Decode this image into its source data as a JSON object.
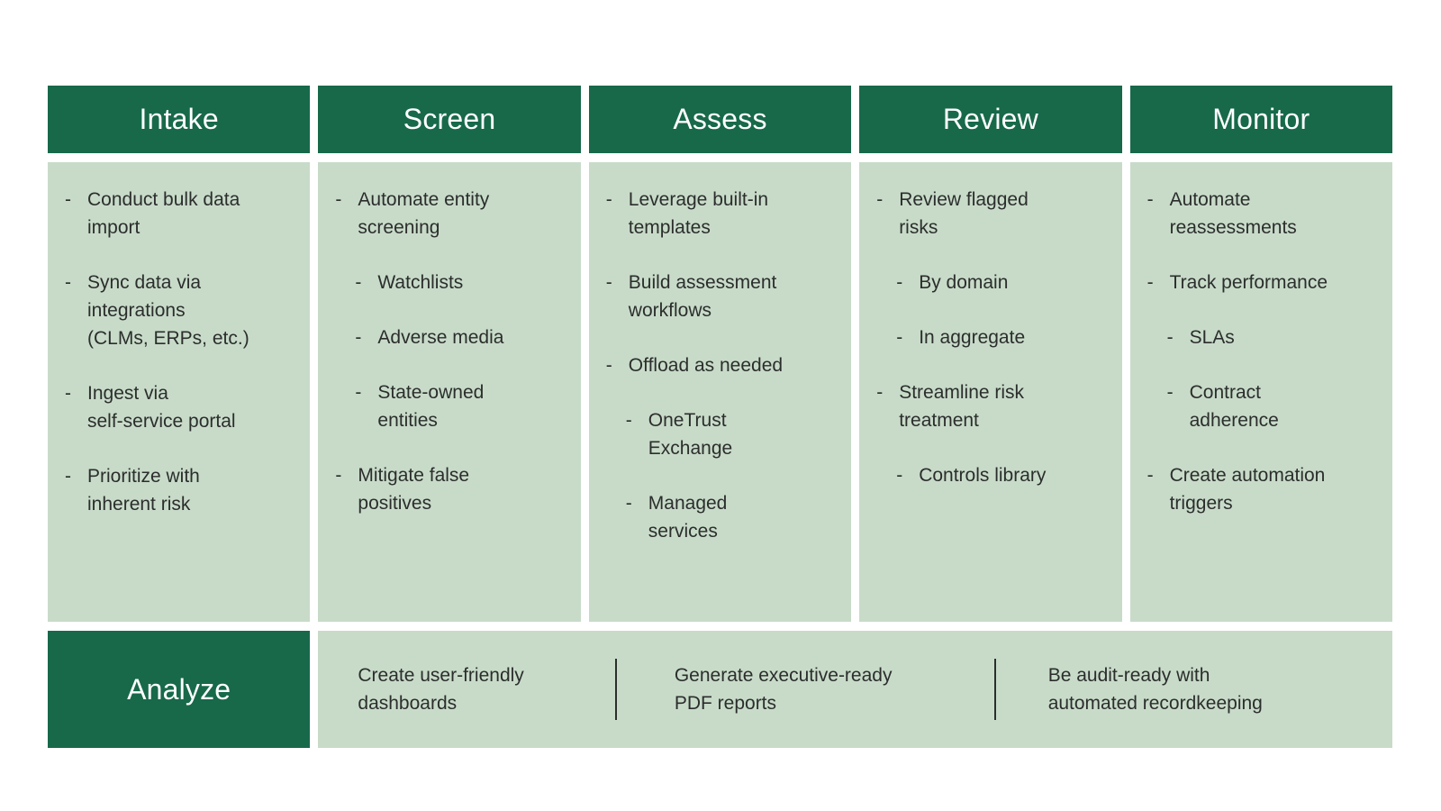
{
  "ui": {
    "list_marker": "-"
  },
  "colors": {
    "header_green": "#17694a",
    "panel_green": "#c8dbc9",
    "header_text": "#ffffff",
    "body_text": "#2b2e2c",
    "background": "#ffffff"
  },
  "columns": [
    {
      "header": "Intake",
      "items": [
        {
          "level": 1,
          "text": "Conduct bulk data\nimport"
        },
        {
          "level": 1,
          "text": "Sync data via\nintegrations\n(CLMs, ERPs, etc.)"
        },
        {
          "level": 1,
          "text": "Ingest via\nself-service portal"
        },
        {
          "level": 1,
          "text": "Prioritize with\ninherent risk"
        }
      ]
    },
    {
      "header": "Screen",
      "items": [
        {
          "level": 1,
          "text": "Automate entity\nscreening"
        },
        {
          "level": 2,
          "text": "Watchlists"
        },
        {
          "level": 2,
          "text": "Adverse media"
        },
        {
          "level": 2,
          "text": "State-owned\nentities"
        },
        {
          "level": 1,
          "text": "Mitigate false\npositives"
        }
      ]
    },
    {
      "header": "Assess",
      "items": [
        {
          "level": 1,
          "text": "Leverage built-in\ntemplates"
        },
        {
          "level": 1,
          "text": "Build assessment\nworkflows"
        },
        {
          "level": 1,
          "text": "Offload as needed"
        },
        {
          "level": 2,
          "text": "OneTrust\nExchange"
        },
        {
          "level": 2,
          "text": "Managed\nservices"
        }
      ]
    },
    {
      "header": "Review",
      "items": [
        {
          "level": 1,
          "text": "Review flagged\nrisks"
        },
        {
          "level": 2,
          "text": "By domain"
        },
        {
          "level": 2,
          "text": "In aggregate"
        },
        {
          "level": 1,
          "text": "Streamline risk\ntreatment"
        },
        {
          "level": 2,
          "text": "Controls library"
        }
      ]
    },
    {
      "header": "Monitor",
      "items": [
        {
          "level": 1,
          "text": "Automate\nreassessments"
        },
        {
          "level": 1,
          "text": "Track performance"
        },
        {
          "level": 2,
          "text": "SLAs"
        },
        {
          "level": 2,
          "text": "Contract\nadherence"
        },
        {
          "level": 1,
          "text": "Create automation\ntriggers"
        }
      ]
    }
  ],
  "bottom_row": {
    "header": "Analyze",
    "items": [
      {
        "text": "Create user-friendly\ndashboards"
      },
      {
        "text": "Generate executive-ready\nPDF reports"
      },
      {
        "text": "Be audit-ready with\nautomated recordkeeping"
      }
    ]
  }
}
